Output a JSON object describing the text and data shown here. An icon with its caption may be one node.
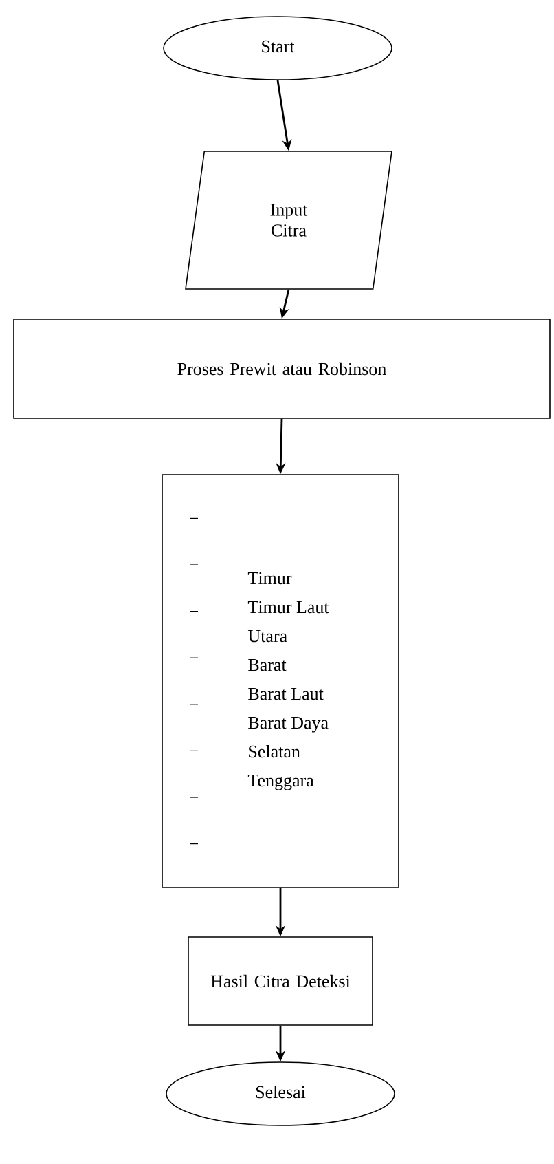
{
  "diagram": {
    "nodes": [
      {
        "text": [
          "Start"
        ]
      },
      {
        "text": [
          "Input Citra"
        ]
      },
      {
        "text": [
          "Proses Prewit atau Robinson"
        ]
      },
      {
        "text": [
          "Timur",
          "Timur Laut",
          "Utara",
          "Barat",
          "Barat Laut",
          "Barat Daya",
          "Selatan",
          "Tenggara"
        ]
      },
      {
        "text": [
          "Hasil Citra Deteksi"
        ]
      },
      {
        "text": [
          "Selesai"
        ]
      }
    ],
    "edges": [
      {
        "from": 0,
        "to": 1,
        "arrow": "to"
      },
      {
        "from": 1,
        "to": 2,
        "arrow": "to"
      },
      {
        "from": 2,
        "to": 3,
        "arrow": "to"
      },
      {
        "from": 3,
        "to": 4,
        "arrow": "to"
      },
      {
        "from": 4,
        "to": 5,
        "arrow": "to"
      }
    ]
  }
}
